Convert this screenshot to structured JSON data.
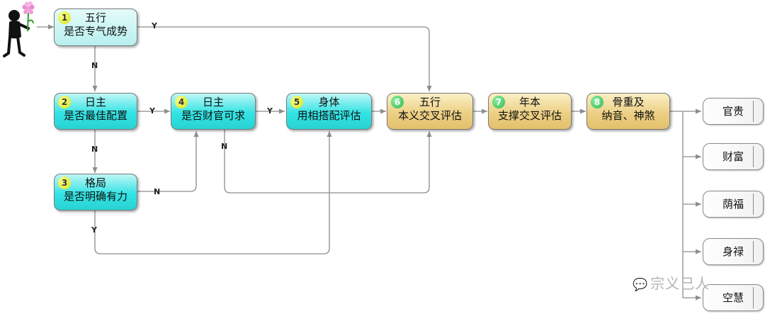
{
  "nodes": {
    "n1": {
      "num": "1",
      "line1": "五行",
      "line2": "是否专气成势"
    },
    "n2": {
      "num": "2",
      "line1": "日主",
      "line2": "是否最佳配置"
    },
    "n3": {
      "num": "3",
      "line1": "格局",
      "line2": "是否明确有力"
    },
    "n4": {
      "num": "4",
      "line1": "日主",
      "line2": "是否财官可求"
    },
    "n5": {
      "num": "5",
      "line1": "身体",
      "line2": "用相搭配评估"
    },
    "n6": {
      "num": "6",
      "line1": "五行",
      "line2": "本义交叉评估"
    },
    "n7": {
      "num": "7",
      "line1": "年本",
      "line2": "支撑交叉评估"
    },
    "n8": {
      "num": "8",
      "line1": "骨重及",
      "line2": "纳音、神煞"
    }
  },
  "outcomes": [
    "官贵",
    "财富",
    "荫福",
    "身禄",
    "空慧"
  ],
  "edge_labels": {
    "n1_y": "Y",
    "n1_n": "N",
    "n2_y": "Y",
    "n2_n": "N",
    "n3_n": "N",
    "n3_y": "Y",
    "n4_y": "Y",
    "n4_n": "N"
  },
  "watermark": "宗义己人",
  "colors": {
    "start_node": "#b7f0ee",
    "cyan_node": "#33e3e3",
    "tan_node": "#ecd085",
    "line": "#8c8c8c"
  }
}
